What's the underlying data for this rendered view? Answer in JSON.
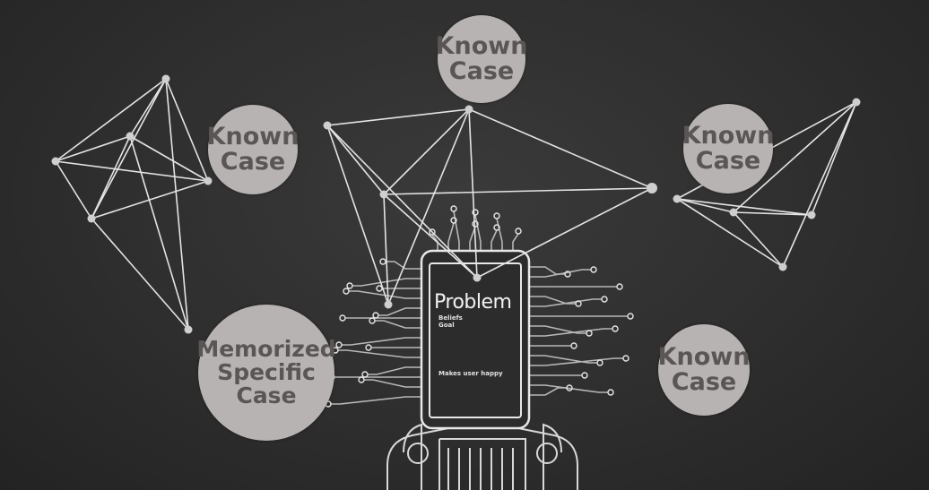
{
  "bubbles": {
    "top": "Known\nCase",
    "left": "Known\nCase",
    "right": "Known\nCase",
    "bottom_right": "Known\nCase",
    "memorized": "Memorized\nSpecific\nCase"
  },
  "problem": {
    "title": "Problem",
    "beliefs": "Beliefs",
    "goal": "Goal",
    "footer": "Makes user happy"
  },
  "colors": {
    "background": "#2e2e2e",
    "line": "#d8d8d8",
    "bubble": "#b7b3b3",
    "bubble_text": "#5a5656"
  }
}
